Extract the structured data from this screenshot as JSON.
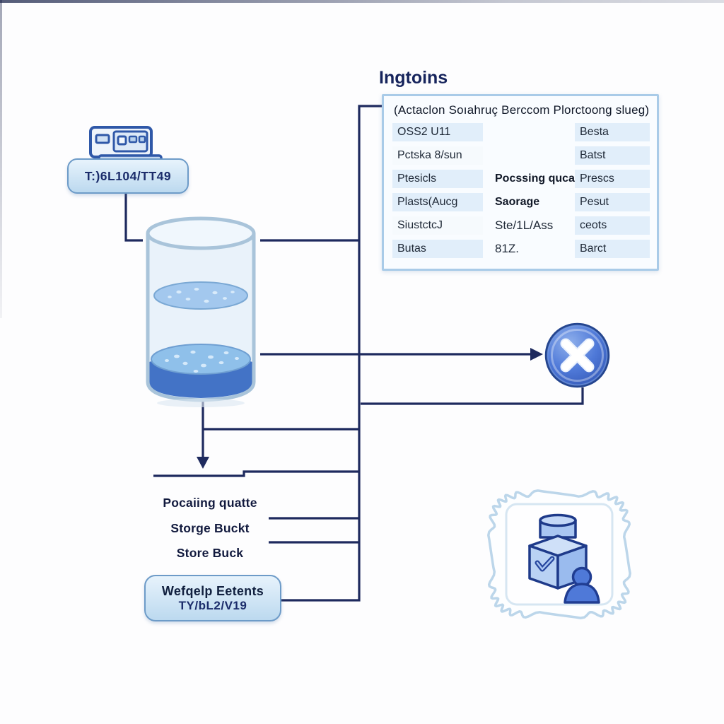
{
  "server": {
    "label": "T:)6L104/TT49"
  },
  "ingest": {
    "title": "Ingtoins",
    "table": {
      "header": "(Actaclon Soıahruç Berccom Plorctoong slueg)",
      "rows": [
        {
          "left": "OSS2 U11",
          "mid": "",
          "right": "Besta"
        },
        {
          "left": "Pctska 8/sun",
          "mid": "",
          "right": "Batst"
        },
        {
          "left": "Ptesicls",
          "mid": "Pocssing quca",
          "right": "Prescs"
        },
        {
          "left": "Plasts(Aucg",
          "mid": "Saorage",
          "right": "Pesut"
        },
        {
          "left": "SiustctcJ",
          "mid": "Ste/1L/Ass",
          "right": "ceots"
        },
        {
          "left": "Butas",
          "mid": "81Z.",
          "right": "Barct"
        }
      ]
    }
  },
  "flow_labels": [
    "Pocaiing quatte",
    "Storge Buckt",
    "Store Buck"
  ],
  "output_box": {
    "line1": "Wefqelp Eetents",
    "line2": "TY/bL2/V19"
  },
  "icons": {
    "server": "server-device-icon",
    "bucket": "storage-bucket-beaker-icon",
    "cancel": "cancel-x-circle-icon",
    "badge": "certified-box-user-badge-icon"
  },
  "colors": {
    "wire": "#1e2a5e",
    "accent_blue": "#3b66c4",
    "panel_border": "#a9cbe8",
    "cell_bg": "#e1eefa",
    "pill_border": "#6d9bc8",
    "pill_fill": "#cde2f3",
    "title_text": "#16245c"
  }
}
